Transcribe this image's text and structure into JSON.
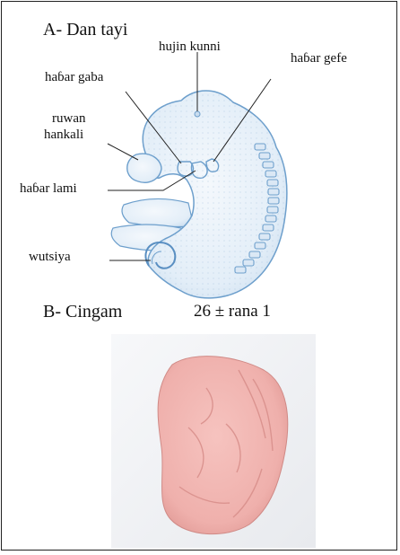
{
  "panel_a": {
    "title": "A- Dan tayi",
    "labels": {
      "hujin_kunni": "hujin kunni",
      "habar_gefe": "haɓar gefe",
      "habar_gaba": "haɓar gaba",
      "ruwan": "ruwan",
      "hankali": "hankali",
      "habar_lami": "haɓar lami",
      "wutsiya": "wutsiya"
    }
  },
  "panel_b": {
    "title": "B- Cingam",
    "caption": "26 ± rana 1"
  },
  "colors": {
    "embryo_fill": "#e3eef8",
    "embryo_outline": "#6d9fcc",
    "gum_fill": "#efb0ac"
  }
}
